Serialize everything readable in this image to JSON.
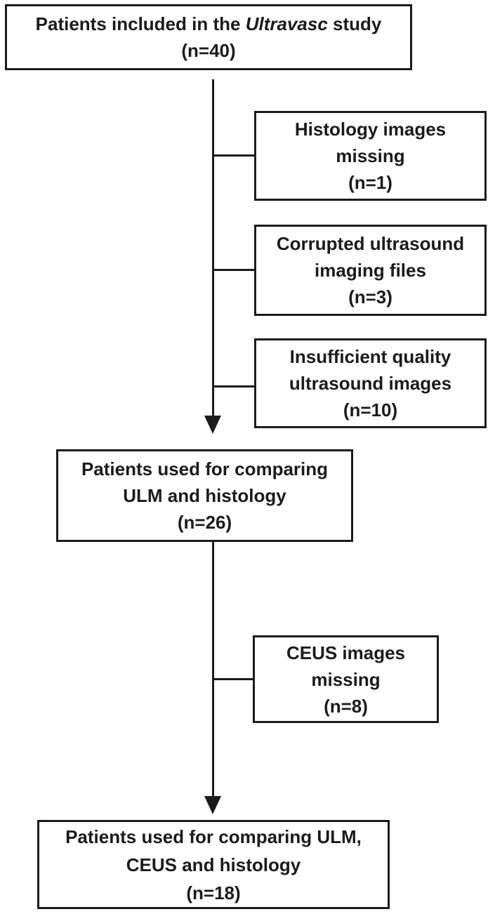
{
  "diagram": {
    "type": "patient-flow-chart",
    "colors": {
      "ink": "#1b1b1b",
      "background": "#ffffff"
    },
    "boxes": {
      "included": {
        "prefix": "Patients included in the",
        "study_italic": "Ultravasc",
        "suffix": "study",
        "count": "(n=40)",
        "n": 40
      },
      "histology_missing": {
        "line1": "Histology images",
        "line2": "missing",
        "count": "(n=1)",
        "n": 1
      },
      "corrupted_files": {
        "line1": "Corrupted ultrasound",
        "line2": "imaging files",
        "count": "(n=3)",
        "n": 3
      },
      "insufficient_quality": {
        "line1": "Insufficient quality",
        "line2": "ultrasound images",
        "count": "(n=10)",
        "n": 10
      },
      "ulm_histology": {
        "line1": "Patients used for comparing",
        "line2": "ULM and histology",
        "count": "(n=26)",
        "n": 26
      },
      "ceus_missing": {
        "line1": "CEUS images",
        "line2": "missing",
        "count": "(n=8)",
        "n": 8
      },
      "ulm_ceus_histology": {
        "line1": "Patients used for comparing ULM,",
        "line2": "CEUS and histology",
        "count": "(n=18)",
        "n": 18
      }
    }
  }
}
